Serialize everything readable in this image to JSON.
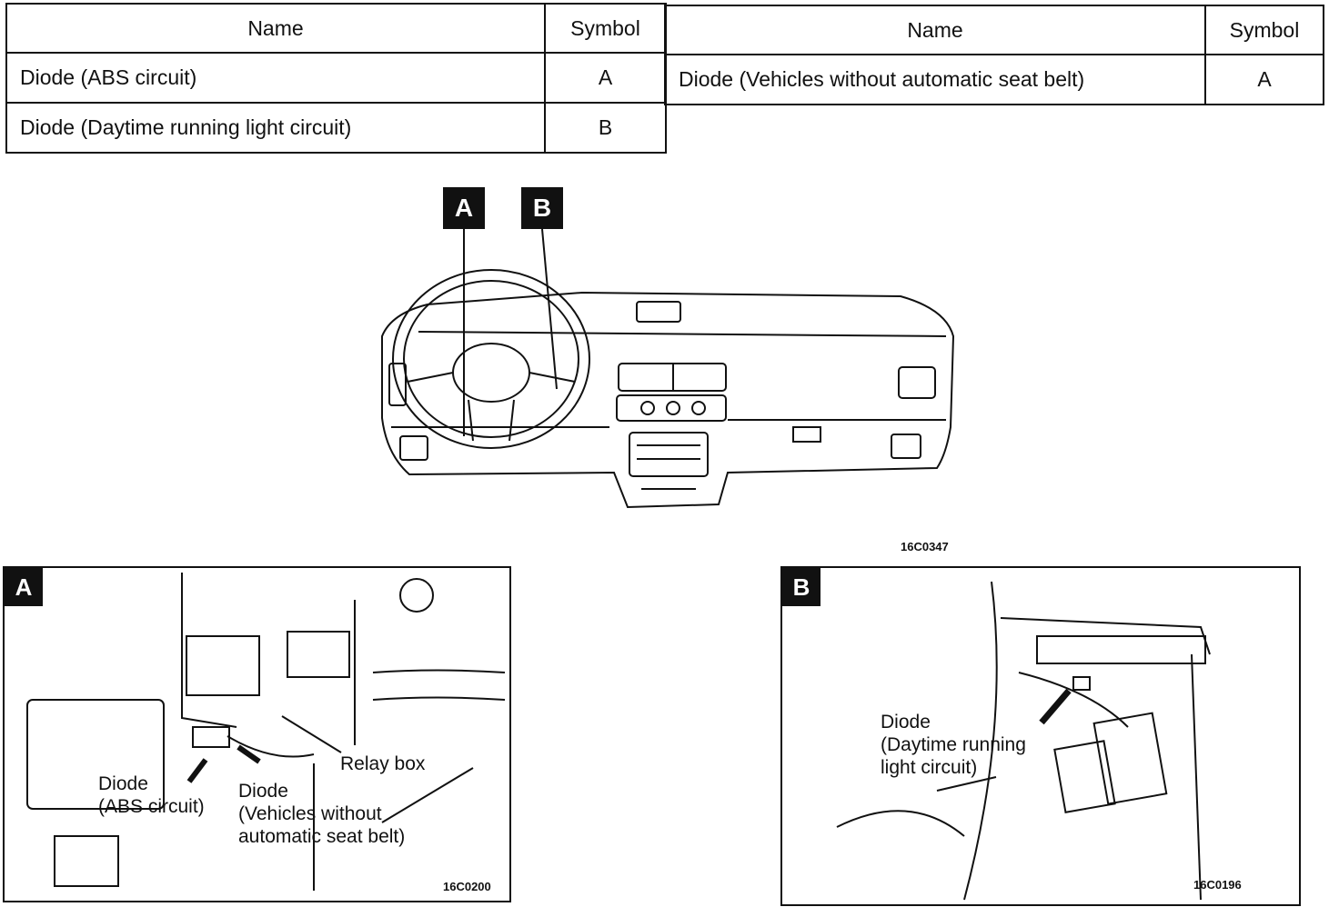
{
  "table_left": {
    "headers": [
      "Name",
      "Symbol"
    ],
    "rows": [
      {
        "name": "Diode (ABS circuit)",
        "symbol": "A"
      },
      {
        "name": "Diode (Daytime running light circuit)",
        "symbol": "B"
      }
    ]
  },
  "table_right": {
    "headers": [
      "Name",
      "Symbol"
    ],
    "rows": [
      {
        "name": "Diode (Vehicles without automatic seat belt)",
        "symbol": "A"
      }
    ]
  },
  "overview": {
    "callout_a": "A",
    "callout_b": "B",
    "figure_code": "16C0347"
  },
  "panel_a": {
    "tag": "A",
    "label_abs": "Diode\n(ABS circuit)",
    "label_seatbelt": "Diode\n(Vehicles without\nautomatic seat belt)",
    "label_relay": "Relay box",
    "figure_code": "16C0200"
  },
  "panel_b": {
    "tag": "B",
    "label_diode": "Diode\n(Daytime running\nlight circuit)",
    "figure_code": "16C0196"
  }
}
